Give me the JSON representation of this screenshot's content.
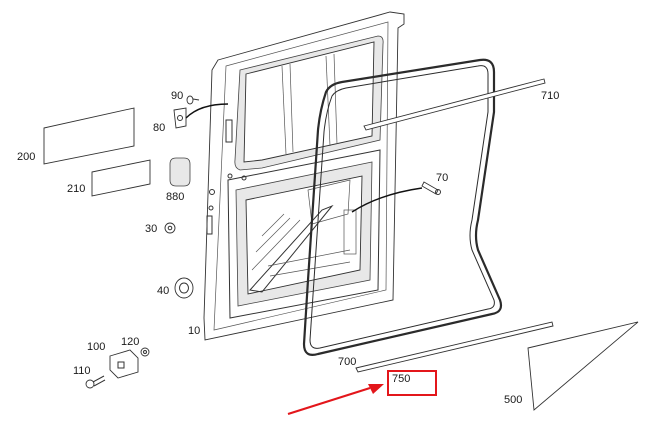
{
  "labels": {
    "p10": "10",
    "p30": "30",
    "p40": "40",
    "p70": "70",
    "p80": "80",
    "p90": "90",
    "p100": "100",
    "p110": "110",
    "p120": "120",
    "p200": "200",
    "p210": "210",
    "p500": "500",
    "p700": "700",
    "p710": "710",
    "p750": "750",
    "p880": "880"
  },
  "highlight": {
    "color": "#e3161b"
  }
}
